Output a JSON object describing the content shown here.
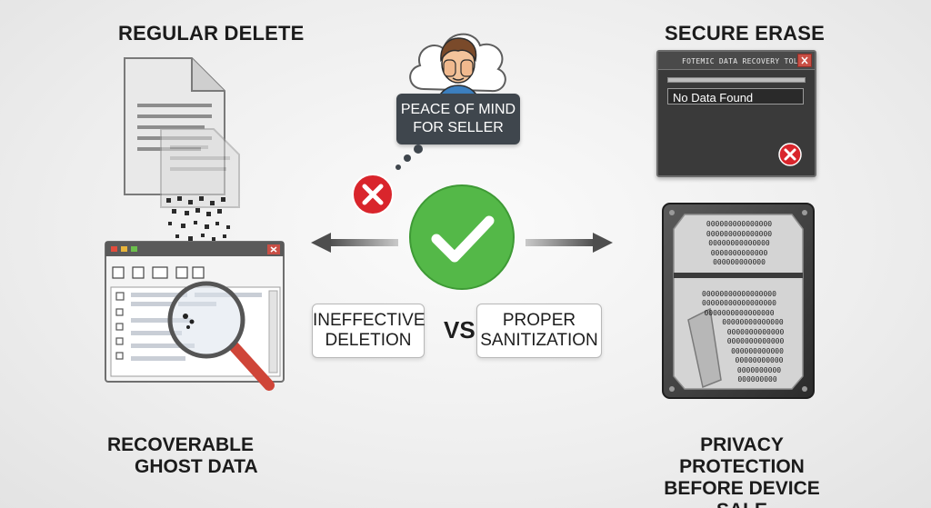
{
  "left": {
    "heading": "REGULAR DELETE",
    "caption_line1": "RECOVERABLE",
    "caption_line2": "GHOST DATA",
    "pill_line1": "INEFFECTIVE",
    "pill_line2": "DELETION"
  },
  "right": {
    "heading": "SECURE ERASE",
    "caption_line1": "PRIVACY PROTECTION",
    "caption_line2": "BEFORE DEVICE SALE",
    "pill_line1": "PROPER",
    "pill_line2": "SANITIZATION",
    "recovery_window": {
      "title": "FOTEMIC DATA RECOVERY TOLL",
      "message": "No Data Found"
    },
    "binary_rows": [
      "000000000000000",
      "000000000000000",
      "00000000000000",
      "0000000000000",
      "000000000000",
      "00000000000000000",
      "00000000000000000",
      "0000000000000000",
      "00000000000000",
      "0000000000000",
      "0000000000000",
      "000000000000",
      "00000000000",
      "0000000000",
      "000000000"
    ]
  },
  "center": {
    "vs": "VS",
    "bubble_line1": "PEACE OF MIND",
    "bubble_line2": "FOR SELLER"
  },
  "colors": {
    "green_check": "#54b848",
    "red_x": "#d9252c",
    "dark_panel": "#3a3a3a",
    "magnifier_handle": "#d1453b"
  }
}
